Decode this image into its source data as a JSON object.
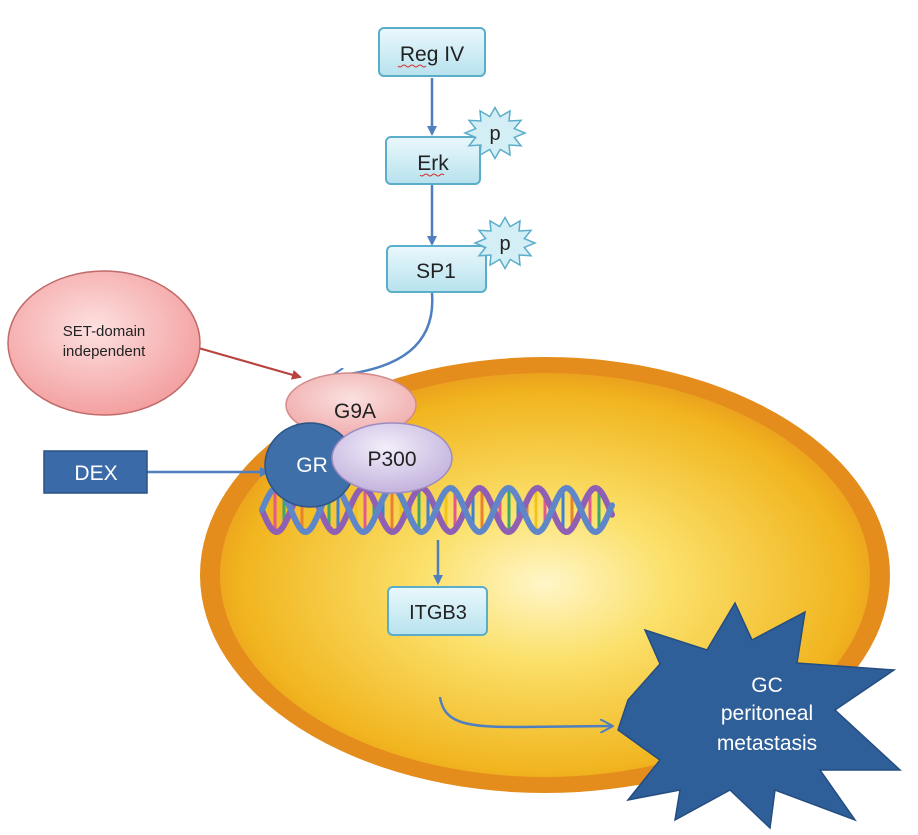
{
  "nodes": {
    "reg_iv": "Reg IV",
    "erk": "Erk",
    "sp1": "SP1",
    "erk_phospho": "p",
    "sp1_phospho": "p",
    "set_domain_line1": "SET-domain",
    "set_domain_line2": "independent",
    "g9a": "G9A",
    "gr": "GR",
    "p300": "P300",
    "dex": "DEX",
    "itgb3": "ITGB3",
    "outcome_line1": "GC",
    "outcome_line2": "peritoneal",
    "outcome_line3": "metastasis"
  },
  "colors": {
    "box_fill": "#d4eef5",
    "box_stroke": "#5aaec9",
    "arrow_blue": "#4f7fbf",
    "arrow_red": "#b8433f",
    "set_fill": "#f5a7a7",
    "g9a_fill": "#f2b8b8",
    "gr_fill": "#3f6fa8",
    "p300_fill": "#cdbfe0",
    "dex_fill": "#3a6aa8",
    "star_fill": "#2f5f98",
    "nucleus_outer": "#e6951f",
    "nucleus_inner": "#f6c534"
  }
}
